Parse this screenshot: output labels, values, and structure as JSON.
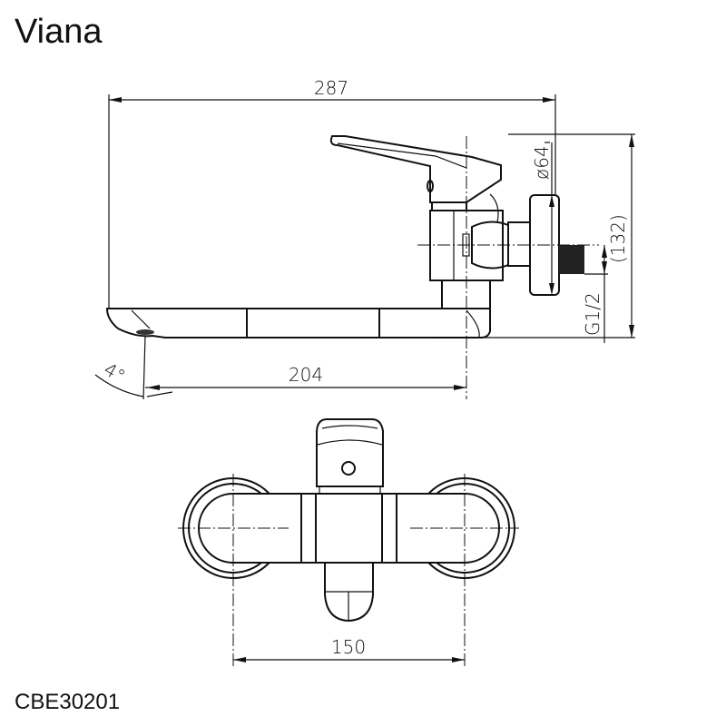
{
  "title": "Viana",
  "product_code": "CBE30201",
  "dimensions": {
    "overall_length": "287",
    "spout_reach": "204",
    "flange_diameter": "ø64",
    "height": "(132)",
    "thread": "G1/2",
    "spout_angle": "4°",
    "center_distance": "150"
  }
}
